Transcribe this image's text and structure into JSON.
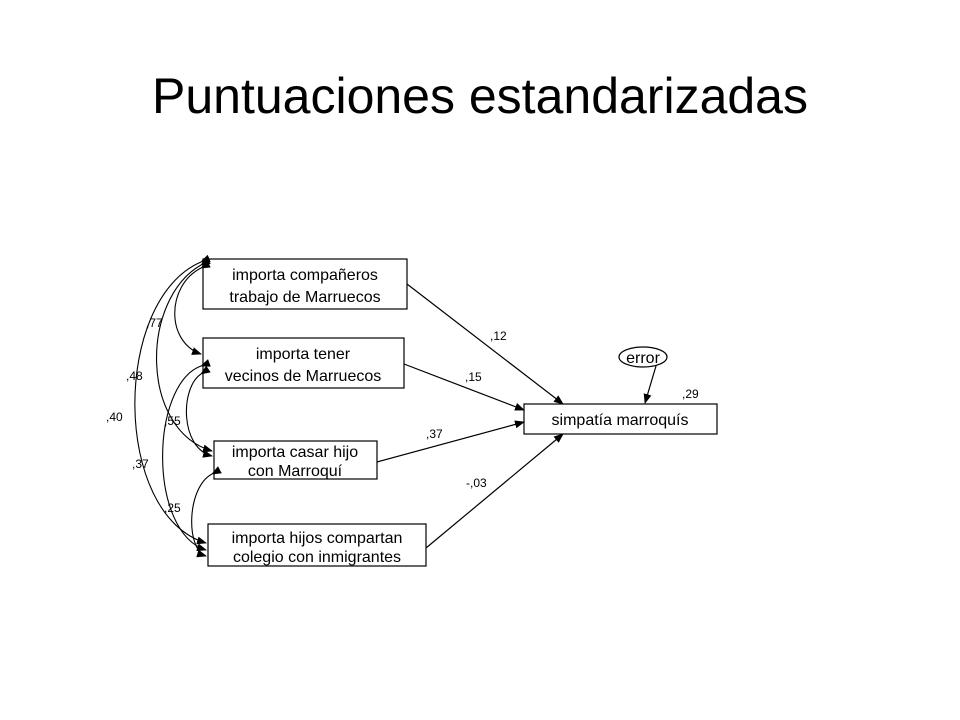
{
  "title": "Puntuaciones estandarizadas",
  "nodes": {
    "v1": {
      "line1": "importa compañeros",
      "line2": "trabajo de Marruecos"
    },
    "v2": {
      "line1": "importa tener",
      "line2": "vecinos de Marruecos"
    },
    "v3": {
      "line1": "importa casar hijo",
      "line2": "con Marroquí"
    },
    "v4": {
      "line1": "importa hijos compartan",
      "line2": "colegio con inmigrantes"
    },
    "outcome": {
      "label": "simpatía marroquís"
    },
    "error": {
      "label": "error"
    }
  },
  "paths": {
    "v1_outcome": ",12",
    "v2_outcome": ",15",
    "v3_outcome": ",37",
    "v4_outcome": "-,03"
  },
  "r_squared": ",29",
  "correlations": {
    "v1_v2": ",77",
    "v1_v3": ",48",
    "v1_v4": ",40",
    "v2_v3": ",55",
    "v2_v4": ",37",
    "v3_v4": ",25"
  }
}
